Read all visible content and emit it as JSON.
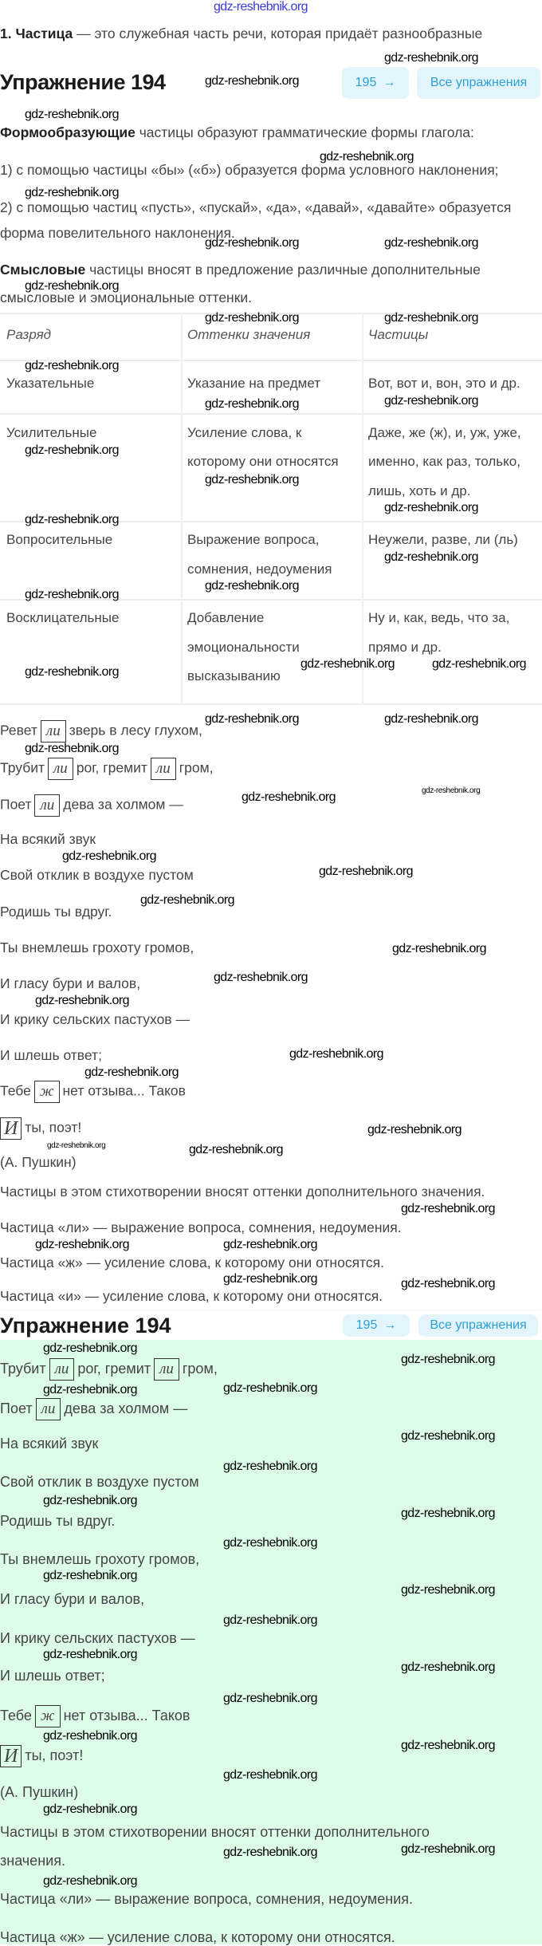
{
  "watermark": "gdz-reshebnik.org",
  "intro": {
    "bold": "1. Частица",
    "rest": " — это служебная часть речи, которая придаёт разнообразные"
  },
  "header": {
    "title": "Упражнение 194",
    "next_label": "195",
    "next_icon": "arrow-right-icon",
    "all_label": "Все упражнения",
    "accent": "#2aa0d8"
  },
  "theory": {
    "form_bold": "Формообразующие",
    "form_rest": " частицы образуют грамматические формы глагола:",
    "item1": "1) с помощью частицы «бы» («б») образуется форма условного наклонения;",
    "item2a": "2) с помощью частиц «пусть», «пускай», «да», «давай», «давайте» образуется",
    "item2b": "форма повелительного наклонения.",
    "sem_bold": "Смысловые",
    "sem_rest": " частицы вносят в предложение различные дополнительные",
    "sem_b": "смысловые и эмоциональные оттенки."
  },
  "table": {
    "headers": [
      "Разряд",
      "Оттенки значения",
      "Частицы"
    ],
    "rows": [
      {
        "type": "Указательные",
        "meaning": [
          "Указание на предмет"
        ],
        "particles": [
          "Вот, вот и, вон, это и др."
        ]
      },
      {
        "type": "Усилительные",
        "meaning": [
          "Усиление слова, к",
          "которому они относятся"
        ],
        "particles": [
          "Даже, же (ж), и, уж, уже,",
          "именно, как раз, только,",
          "лишь, хоть и др."
        ]
      },
      {
        "type": "Вопросительные",
        "meaning": [
          "Выражение вопроса,",
          "сомнения, недоумения"
        ],
        "particles": [
          "Неужели, разве, ли (ль)"
        ]
      },
      {
        "type": "Восклицательные",
        "meaning": [
          "Добавление",
          "эмоциональности",
          "высказыванию"
        ],
        "particles": [
          "Ну и, как, ведь, что за,",
          "прямо и др."
        ]
      }
    ]
  },
  "poem": [
    [
      {
        "t": "Ревет"
      },
      {
        "t": "ли",
        "box": true
      },
      {
        "t": "зверь в лесу глухом,"
      }
    ],
    [
      {
        "t": "Трубит"
      },
      {
        "t": "ли",
        "box": true
      },
      {
        "t": "рог, гремит"
      },
      {
        "t": "ли",
        "box": true
      },
      {
        "t": "гром,"
      }
    ],
    [
      {
        "t": "Поет"
      },
      {
        "t": "ли",
        "box": true
      },
      {
        "t": "дева за холмом —"
      }
    ],
    [
      {
        "t": "На всякий звук"
      }
    ],
    [
      {
        "t": "Свой отклик в воздухе пустом"
      }
    ],
    [
      {
        "t": "Родишь ты вдруг."
      }
    ],
    [
      {
        "t": "Ты внемлешь грохоту громов,"
      }
    ],
    [
      {
        "t": "И гласу бури и валов,"
      }
    ],
    [
      {
        "t": "И крику сельских пастухов —"
      }
    ],
    [
      {
        "t": "И шлешь ответ;"
      }
    ],
    [
      {
        "t": "Тебе"
      },
      {
        "t": "ж",
        "box": true
      },
      {
        "t": "нет отзыва... Таков"
      }
    ],
    [
      {
        "t": "И",
        "box": true,
        "big": true
      },
      {
        "t": "ты, поэт!"
      }
    ],
    [
      {
        "t": "(А. Пушкин)"
      }
    ],
    [
      {
        "t": "Частицы в этом стихотворении вносят оттенки дополнительного значения."
      }
    ],
    [
      {
        "t": "Частица «ли» — выражение вопроса, сомнения, недоумения."
      }
    ],
    [
      {
        "t": "Частица «ж» — усиление слова, к которому они относятся."
      }
    ],
    [
      {
        "t": "Частица «и» — усиление слова, к которому они относятся."
      }
    ]
  ],
  "overlay_header": {
    "title": "Упражнение 194",
    "next_label": "195",
    "all_label": "Все упражнения"
  },
  "green_poem": [
    [
      {
        "t": "Трубит"
      },
      {
        "t": "ли",
        "box": true
      },
      {
        "t": "рог, гремит"
      },
      {
        "t": "ли",
        "box": true
      },
      {
        "t": "гром,"
      }
    ],
    [
      {
        "t": "Поет"
      },
      {
        "t": "ли",
        "box": true
      },
      {
        "t": "дева за холмом —"
      }
    ],
    [
      {
        "t": "На всякий звук"
      }
    ],
    [
      {
        "t": "Свой отклик в воздухе пустом"
      }
    ],
    [
      {
        "t": "Родишь ты вдруг."
      }
    ],
    [
      {
        "t": "Ты внемлешь грохоту громов,"
      }
    ],
    [
      {
        "t": "И гласу бури и валов,"
      }
    ],
    [
      {
        "t": "И крику сельских пастухов —"
      }
    ],
    [
      {
        "t": "И шлешь ответ;"
      }
    ],
    [
      {
        "t": "Тебе"
      },
      {
        "t": "ж",
        "box": true
      },
      {
        "t": "нет отзыва... Таков"
      }
    ],
    [
      {
        "t": "И",
        "box": true,
        "big": true
      },
      {
        "t": "ты, поэт!"
      }
    ],
    [
      {
        "t": "(А. Пушкин)"
      }
    ],
    [
      {
        "t": "Частицы в этом стихотворении вносят оттенки дополнительного"
      }
    ],
    [
      {
        "t": "значения."
      }
    ],
    [
      {
        "t": "Частица «ли» — выражение вопроса, сомнения, недоумения."
      }
    ],
    [
      {
        "t": "Частица «ж» — усиление слова, к которому они относятся."
      }
    ]
  ],
  "colors": {
    "green_bg": "#dcfce8",
    "top_watermark": "#3b3bd6"
  }
}
